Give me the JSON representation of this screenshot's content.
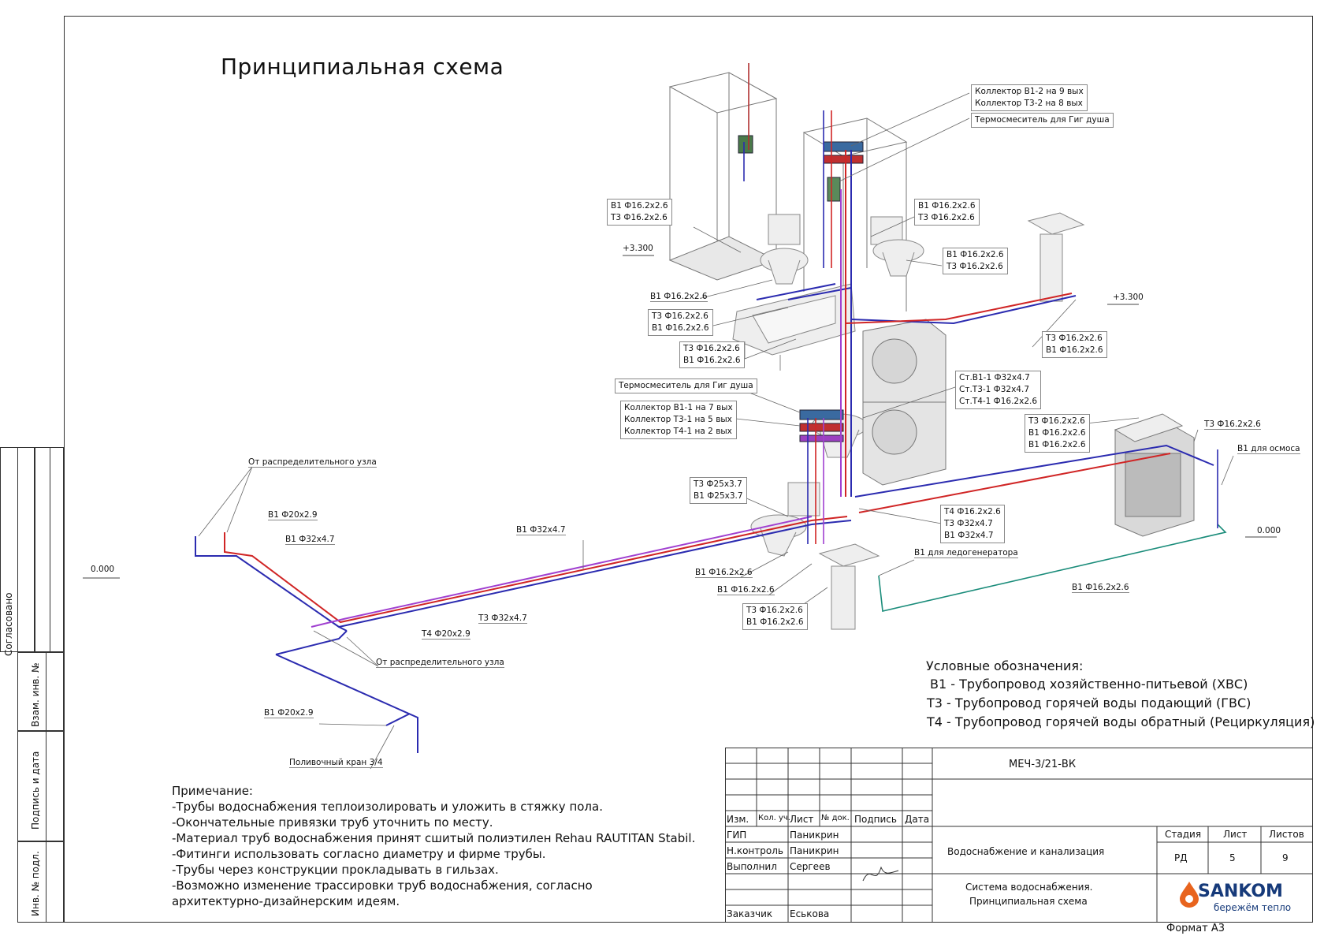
{
  "title": "Принципиальная схема",
  "levels": {
    "left": "0.000",
    "upper_left": "+3.300",
    "upper_right": "+3.300",
    "right": "0.000"
  },
  "callouts": {
    "collector_upper": [
      "Коллектор В1-2 на 9 вых",
      "Коллектор Т3-2 на 8 вых"
    ],
    "thermo_upper": "Термосмеситель для Гиг душа",
    "b1t3_a": [
      "В1 Ф16.2х2.6",
      "Т3 Ф16.2х2.6"
    ],
    "b1t3_b": [
      "В1 Ф16.2х2.6",
      "Т3 Ф16.2х2.6"
    ],
    "b1t3_c": [
      "В1 Ф16.2х2.6",
      "Т3 Ф16.2х2.6"
    ],
    "b1_single_a": "В1 Ф16.2х2.6",
    "t3b1_a": [
      "Т3 Ф16.2х2.6",
      "В1 Ф16.2х2.6"
    ],
    "t3b1_b": [
      "Т3 Ф16.2х2.6",
      "В1 Ф16.2х2.6"
    ],
    "t3b1_c": [
      "Т3 Ф16.2х2.6",
      "В1 Ф16.2х2.6"
    ],
    "thermo_lower": "Термосмеситель для Гиг душа",
    "collector_lower": [
      "Коллектор В1-1 на 7 вых",
      "Коллектор Т3-1 на 5 вых",
      "Коллектор Т4-1 на 2 вых"
    ],
    "risers": [
      "Ст.В1-1 Ф32х4.7",
      "Ст.Т3-1 Ф32х4.7",
      "Ст.Т4-1 Ф16.2х2.6"
    ],
    "t3b1b1": [
      "Т3 Ф16.2х2.6",
      "В1 Ф16.2х2.6",
      "В1 Ф16.2х2.6"
    ],
    "t3_right": "Т3 Ф16.2х2.6",
    "b1_osmos": "В1 для осмоса",
    "t3b1_25": [
      "Т3 Ф25х3.7",
      "В1 Ф25х3.7"
    ],
    "t4t3b1_32": [
      "Т4 Ф16.2х2.6",
      "Т3 Ф32х4.7",
      "В1 Ф32х4.7"
    ],
    "b1_ice": "В1 для ледогенератора",
    "b1_lower_a": "В1 Ф16.2х2.6",
    "b1_lower_b": "В1 Ф16.2х2.6",
    "t3b1_d": [
      "Т3 Ф16.2х2.6",
      "В1 Ф16.2х2.6"
    ],
    "b1_right_bottom": "В1 Ф16.2х2.6",
    "from_node_top": "От распределительного узла",
    "from_node_bottom": "От распределительного узла",
    "b1_20": "В1 Ф20х2.9",
    "b1_32_left": "В1 Ф32х4.7",
    "b1_32_mid": "В1 Ф32х4.7",
    "t3_32": "Т3 Ф32х4.7",
    "t4_20": "Т4 Ф20х2.9",
    "b1_20_low": "В1 Ф20х2.9",
    "tap": "Поливочный кран 3/4"
  },
  "legend": {
    "heading": "Условные обозначения:",
    "rows": [
      "В1 - Трубопровод хозяйственно-питьевой (ХВС)",
      "Т3 - Трубопровод горячей воды подающий (ГВС)",
      "Т4 - Трубопровод горячей воды обратный (Рециркуляция)"
    ]
  },
  "notes": {
    "heading": "Примечание:",
    "lines": [
      "-Трубы водоснабжения теплоизолировать и уложить в стяжку пола.",
      "-Окончательные привязки труб уточнить по месту.",
      "-Материал труб водоснабжения принят сшитый полиэтилен Rehau RAUTITAN Stabil.",
      "-Фитинги использовать согласно диаметру и фирме трубы.",
      "-Трубы через конструкции прокладывать в гильзах.",
      "-Возможно изменение трассировки труб водоснабжения, согласно",
      "архитектурно-дизайнерским идеям."
    ]
  },
  "side": {
    "agreed": "Согласовано",
    "inv_vzam": "Взам. инв. №",
    "sign_date": "Подпись и дата",
    "inv_podl": "Инв. № подл."
  },
  "stamp": {
    "code": "МЕЧ-3/21-ВК",
    "headers": [
      "Изм.",
      "Кол. уч.",
      "Лист",
      "№ док.",
      "Подпись",
      "Дата"
    ],
    "roles": [
      {
        "role": "ГИП",
        "name": "Паникрин"
      },
      {
        "role": "Н.контроль",
        "name": "Паникрин"
      },
      {
        "role": "Выполнил",
        "name": "Сергеев"
      },
      {
        "role": "Заказчик",
        "name": "Еськова"
      }
    ],
    "project": "Водоснабжение и канализация",
    "sheet_title": [
      "Система водоснабжения.",
      "Принципиальная схема"
    ],
    "stage_label": "Стадия",
    "sheet_label": "Лист",
    "sheets_label": "Листов",
    "stage": "РД",
    "sheet": "5",
    "sheets": "9",
    "logo_name": "SANKOM",
    "logo_slogan": "бережём тепло",
    "format": "Формат А3"
  },
  "colors": {
    "b1": "#2b2bb0",
    "t3": "#d02525",
    "t4": "#a040d0",
    "green": "#1a8c7a",
    "frame": "#333333"
  }
}
